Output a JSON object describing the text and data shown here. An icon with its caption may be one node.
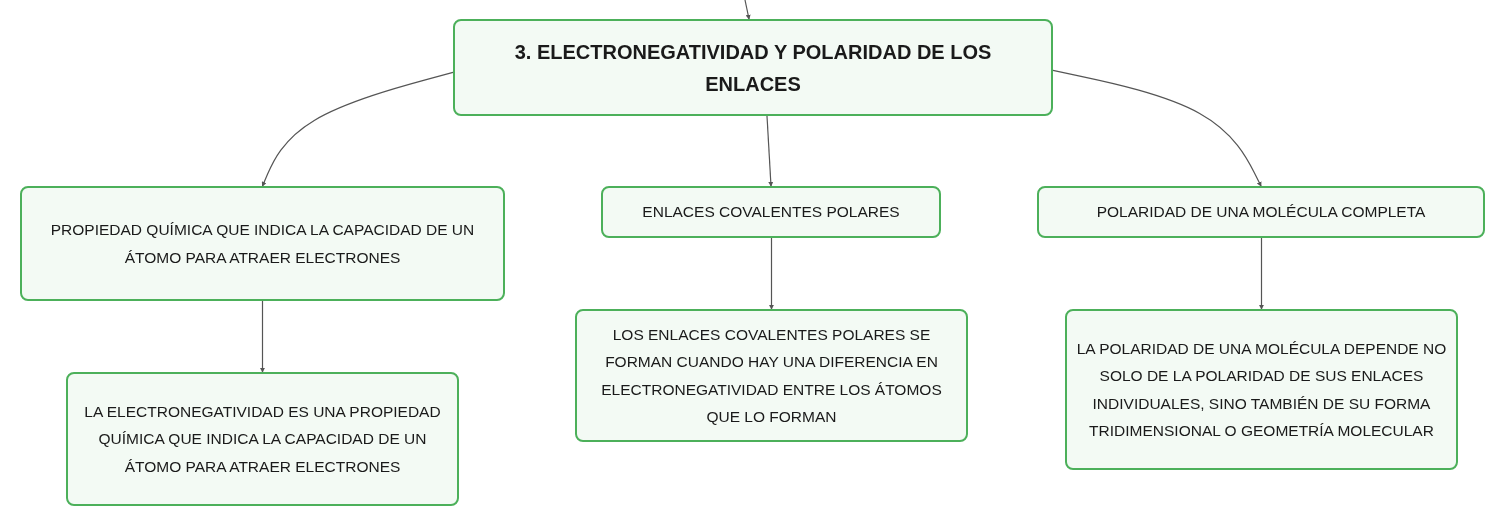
{
  "diagram": {
    "nodes": [
      {
        "text": [
          "3. ELECTRONEGATIVIDAD Y POLARIDAD DE LOS ENLACES"
        ]
      },
      {
        "text": [
          "PROPIEDAD QUÍMICA QUE INDICA LA CAPACIDAD DE UN ÁTOMO PARA ATRAER ELECTRONES"
        ]
      },
      {
        "text": [
          "ENLACES COVALENTES POLARES"
        ]
      },
      {
        "text": [
          "POLARIDAD DE UNA MOLÉCULA COMPLETA"
        ]
      },
      {
        "text": [
          "LA ELECTRONEGATIVIDAD ES UNA PROPIEDAD QUÍMICA QUE INDICA LA CAPACIDAD DE UN ÁTOMO PARA ATRAER ELECTRONES"
        ]
      },
      {
        "text": [
          "LOS ENLACES COVALENTES POLARES SE FORMAN CUANDO HAY UNA DIFERENCIA EN ELECTRONEGATIVIDAD ENTRE LOS ÁTOMOS QUE LO FORMAN"
        ]
      },
      {
        "text": [
          "LA POLARIDAD DE UNA MOLÉCULA DEPENDE NO SOLO DE LA POLARIDAD DE SUS ENLACES INDIVIDUALES, SINO TAMBIÉN DE SU FORMA TRIDIMENSIONAL O GEOMETRÍA MOLECULAR"
        ]
      }
    ],
    "edges": [
      {
        "from": null,
        "to": 0,
        "arrow": "to"
      },
      {
        "from": 0,
        "to": 1,
        "arrow": "to"
      },
      {
        "from": 0,
        "to": 2,
        "arrow": "to"
      },
      {
        "from": 0,
        "to": 3,
        "arrow": "to"
      },
      {
        "from": 1,
        "to": 4,
        "arrow": "to"
      },
      {
        "from": 2,
        "to": 5,
        "arrow": "to"
      },
      {
        "from": 3,
        "to": 6,
        "arrow": "to"
      }
    ]
  }
}
